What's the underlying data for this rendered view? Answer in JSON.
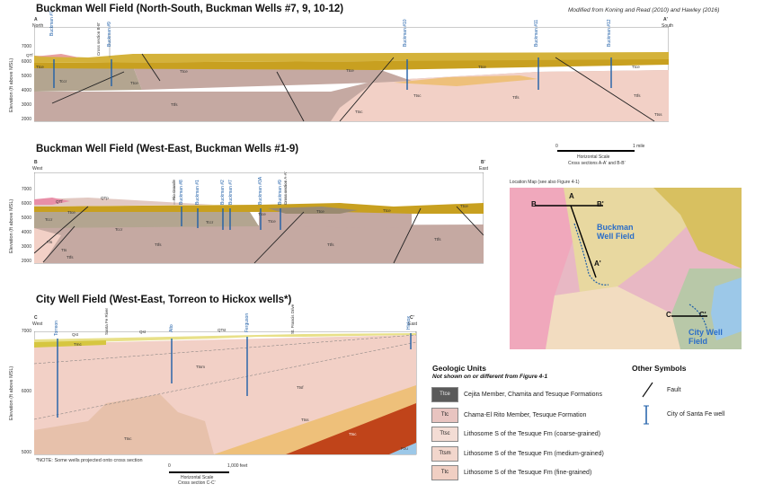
{
  "panel_a": {
    "title": "Buckman Well Field (North-South, Buckman Wells #7, 9, 10-12)",
    "credit": "Modified from Koning and Read (2010) and Hawley (2016)",
    "left_end": "A",
    "left_dir": "North",
    "right_end": "A'",
    "right_dir": "South",
    "ylabel": "Elevation (ft above MSL)",
    "ticks": [
      "7000",
      "6000",
      "5000",
      "4000",
      "3000",
      "2000"
    ],
    "wells": [
      "Buckman #7",
      "Buckman #9",
      "Buckman #10",
      "Buckman #11",
      "Buckman #12"
    ],
    "section_labels": [
      "Cross section B-B'"
    ],
    "unit_labels": [
      "QTf",
      "Ttce",
      "Tccr",
      "Ttce",
      "Ttce",
      "Ttce",
      "Ttce",
      "Ttce",
      "Ttfs",
      "Ttfs",
      "Ttsc",
      "Ttfs",
      "Ttsc",
      "Ttss"
    ]
  },
  "panel_b": {
    "title": "Buckman Well Field (West-East, Buckman Wells #1-9)",
    "left_end": "B",
    "left_dir": "West",
    "right_end": "B'",
    "right_dir": "East",
    "ylabel": "Elevation (ft above MSL)",
    "ticks": [
      "7000",
      "6000",
      "5000",
      "4000",
      "3000",
      "2000"
    ],
    "wells": [
      "Rio Grande",
      "Buckman #8",
      "Buckman #1",
      "Buckman #2",
      "Buckman #7",
      "Buckman #3A",
      "Buckman #9"
    ],
    "section_labels": [
      "Cross section A-A'"
    ],
    "unit_labels": [
      "QTf",
      "QTp",
      "Tccr",
      "Ttce",
      "Tccr",
      "Tccr",
      "Ttce",
      "Ttce",
      "Ttce",
      "Tts",
      "Tts",
      "Ttfs",
      "Ttfs",
      "Ttfs",
      "Ttfs",
      "Ttce",
      "Ttce"
    ]
  },
  "panel_c": {
    "title": "City Well Field (West-East, Torreon to Hickox wells*)",
    "left_end": "C",
    "left_dir": "West",
    "right_end": "C'",
    "right_dir": "East",
    "ylabel": "Elevation (ft above MSL)",
    "ticks": [
      "7000",
      "6000",
      "5000"
    ],
    "wells": [
      "Torreon",
      "Santa Fe River",
      "Alto",
      "Ferguson",
      "St. Francis Drive",
      "Hickox"
    ],
    "unit_labels": [
      "Qst",
      "Tmc",
      "Qst",
      "QTst",
      "Ttsm",
      "Ttsf",
      "Ttsc",
      "Ttss",
      "Ttsc",
      "Pzu"
    ],
    "note": "*NOTE: Some wells projected onto cross section",
    "scale_zero": "0",
    "scale_end": "1,000 feet",
    "scale_caption_1": "Horizontal Scale",
    "scale_caption_2": "Cross section C-C'"
  },
  "scale_ab": {
    "zero": "0",
    "end": "1 mile",
    "caption_1": "Horizontal Scale",
    "caption_2": "Cross sections A-A' and B-B'"
  },
  "location_map": {
    "title": "Location Map (see also Figure 4-1)",
    "labels": {
      "b": "B",
      "b_prime": "B'",
      "a": "A",
      "a_prime": "A'",
      "c": "C",
      "c_prime": "C'"
    },
    "field_1": "Buckman Well Field",
    "field_2": "City Well Field"
  },
  "legend": {
    "title": "Geologic Units",
    "subtitle": "Not shown on or different from Figure 4-1",
    "items": [
      {
        "code": "Ttce",
        "label": "Cejita Member, Chamita and Tesuque Formations",
        "color": "#5a5a5a"
      },
      {
        "code": "Ttc",
        "label": "Chama-El Rito Member, Tesuque Formation",
        "color": "#e8c4c0"
      },
      {
        "code": "Ttsc",
        "label": "Lithosome S of the Tesuque Fm (coarse-grained)",
        "color": "#f3dcd4"
      },
      {
        "code": "Ttsm",
        "label": "Lithosome S of the Tesuque Fm (medium-grained)",
        "color": "#f2d6cc"
      },
      {
        "code": "Ttc",
        "label": "Lithosome S of the Tesuque Fm (fine-grained)",
        "color": "#f0cfc3"
      }
    ]
  },
  "other_symbols": {
    "title": "Other Symbols",
    "items": [
      {
        "icon": "fault-line-icon",
        "label": "Fault"
      },
      {
        "icon": "well-icon",
        "label": "City of Santa Fe well"
      }
    ]
  },
  "colors": {
    "ttce": "#c8a020",
    "tccr": "#b3a590",
    "ttfs": "#c5a9a2",
    "ttsc": "#f2d0c6",
    "ttss": "#eec07a",
    "tts_red": "#c0441a",
    "well": "#1f5fa8",
    "pink": "#f4cfc8"
  }
}
